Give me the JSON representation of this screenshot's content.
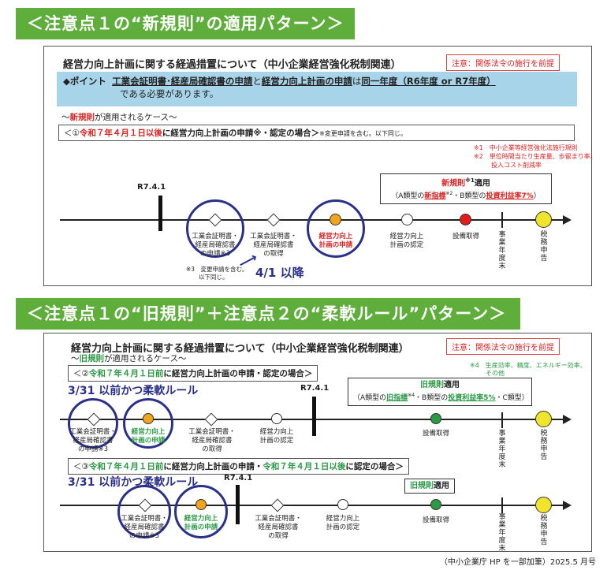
{
  "banner1": "＜注意点１の“新規則”の適用パターン＞",
  "banner2": "＜注意点１の“旧規則”＋注意点２の“柔軟ルール”パターン＞",
  "panel_title": "経営力向上計画に関する経過措置について（中小企業経営強化税制関連）",
  "law_note": "注意：関係法令の施行を前提",
  "point": {
    "prefix": "◆ポイント",
    "part1": "工業会証明書･経産局確認書の申請",
    "part2": "と",
    "part3": "経営力向上計画の申請",
    "part4": "は",
    "part5": "同一年度（R6年度 or R7年度）",
    "line2": "である必要があります。"
  },
  "new_case": {
    "sub_pre": "～",
    "sub_em": "新規則",
    "sub_post": "が適用されるケース～",
    "box_pre": "＜①",
    "box_red": "令和７年４月１日以後",
    "box_mid": "に経営力向上計画の申請※・認定の場合＞",
    "box_small": "※変更申請を含む。以下同じ。",
    "note1": "※1　中小企業等経営強化法施行規則",
    "note2": "※2　単位時間当たり生産量、歩留まり率、",
    "note2b": "投入コスト削減率",
    "rule_title_pre": "新規則",
    "rule_title_sup": "※1",
    "rule_title_post": "適用",
    "rule_detail_pre": "（A類型の",
    "rule_detail_red1": "新指標",
    "rule_detail_sup": "※2",
    "rule_detail_mid": "・B類型の",
    "rule_detail_red2": "投資利益率7%",
    "rule_detail_post": "）",
    "r741": "R7.4.1",
    "labels": [
      "工業会証明書・",
      "経産局確認書",
      "の申請※3"
    ],
    "label_acq": [
      "工業会証明書・",
      "経産局確認書",
      "の取得"
    ],
    "label_apply": [
      "経営力向上",
      "計画の申請"
    ],
    "label_cert": [
      "経営力向上",
      "計画の認定"
    ],
    "label_equip": "設備取得",
    "label_fy": "事業年度末",
    "label_tax": "税務申告",
    "note3a": "※3　変更申請を含む。",
    "note3b": "以下同じ。",
    "after": "4/1 以降"
  },
  "old_case": {
    "sub_pre": "～",
    "sub_em": "旧規則",
    "sub_post": "が適用されるケース～",
    "note4a": "※4　生産効率、精度、エネルギー効率、",
    "note4b": "その他",
    "box2_pre": "＜②",
    "box2_red": "令和７年４月１日前",
    "box2_post": "に経営力向上計画の申請・認定の場合＞",
    "box3_pre": "＜③",
    "box3_red1": "令和７年４月１日前",
    "box3_mid": "に経営力向上計画の申請・",
    "box3_red2": "令和７年４月１日以後",
    "box3_post": "に認定の場合＞",
    "flex": "3/31 以前かつ柔軟ルール",
    "rule_title_pre": "旧規則",
    "rule_title_post": "適用",
    "rule_detail_pre": "（A類型の",
    "rule_detail_g1": "旧指標",
    "rule_detail_sup": "※4",
    "rule_detail_mid": "・B類型の",
    "rule_detail_g2": "投資利益率5%",
    "rule_detail_post": "・C類型）",
    "r741": "R7.4.1"
  },
  "credit": "（中小企業庁 HP を一部加筆）2025.5 月号"
}
